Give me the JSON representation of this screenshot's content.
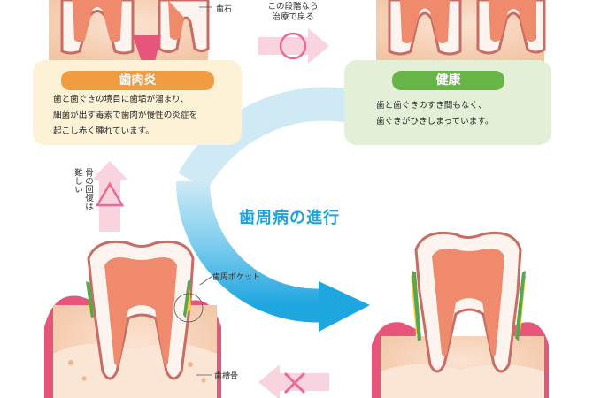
{
  "labels": {
    "tartar": "歯石",
    "treatable_line1": "この段階なら",
    "treatable_line2": "治療で戻る",
    "periodontal_pocket": "歯周ポケット",
    "alveolar_bone": "歯槽骨",
    "bone_recovery_line1": "骨の回復は",
    "bone_recovery_line2": "難しい"
  },
  "stages": {
    "gingivitis": {
      "title": "歯肉炎",
      "desc_line1": "歯と歯ぐきの境目に歯垢が溜まり、",
      "desc_line2": "細菌が出す毒素で歯肉が慢性の炎症を",
      "desc_line3": "起こし赤く腫れています。"
    },
    "healthy": {
      "title": "健康",
      "desc_line1": "歯と歯ぐきのすき間もなく、",
      "desc_line2": "歯ぐきがひきしまっています。"
    }
  },
  "center_title": "歯周病の進行",
  "symbols": {
    "reversible": "○",
    "irreversible": "×",
    "difficult": "△"
  },
  "colors": {
    "gum": "#f3c6a6",
    "gum_inflamed": "#e8557a",
    "tooth_outline": "#c86d63",
    "pulp": "#f08a6d",
    "bone": "#fbe6d6",
    "plaque": "#f5d440",
    "arrow_blue": "#25b6e3",
    "arrow_pink": "#f4a7bd"
  }
}
